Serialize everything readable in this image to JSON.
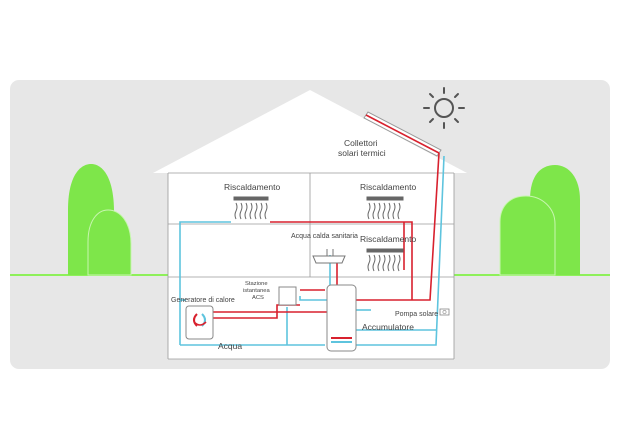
{
  "labels": {
    "collectors_line1": "Collettori",
    "collectors_line2": "solari termici",
    "heating": "Riscaldamento",
    "dhw": "Acqua calda sanitaria",
    "station_line1": "Stazione",
    "station_line2": "istantanea",
    "station_line3": "ACS",
    "generator": "Generatore di calore",
    "water": "Acqua",
    "solar_pump": "Pompa solare",
    "accumulator": "Accumulatore"
  },
  "colors": {
    "background_panel": "#e7e7e7",
    "house_fill": "#ffffff",
    "grass": "#8ef05a",
    "tree": "#7ee64a",
    "hot_pipe": "#d8212e",
    "cold_pipe": "#5ec4de",
    "outline": "#9a9a9a",
    "sun": "#555555"
  },
  "icons": {
    "sun": "sun-icon",
    "heat_generator": "heat-generator-icon",
    "radiators": "radiator-icon",
    "pump": "pump-icon"
  }
}
